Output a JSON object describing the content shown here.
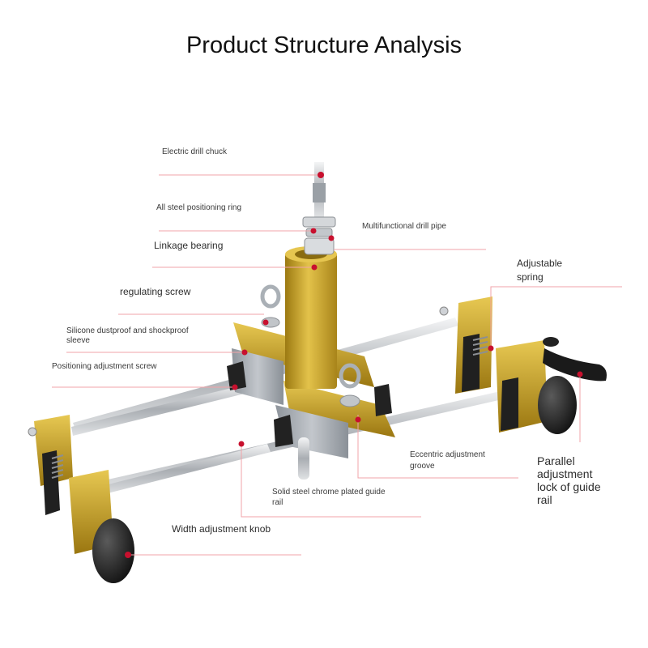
{
  "title": "Product Structure Analysis",
  "labels": {
    "electric_drill_chuck": "Electric drill chuck",
    "all_steel_positioning_ring": "All steel positioning ring",
    "multifunctional_drill_pipe": "Multifunctional drill pipe",
    "linkage_bearing": "Linkage bearing",
    "adjustable_spring_1": "Adjustable",
    "adjustable_spring_2": "spring",
    "regulating_screw": "regulating screw",
    "silicone_sleeve_1": "Silicone dustproof and shockproof",
    "silicone_sleeve_2": "sleeve",
    "positioning_adjustment_screw": "Positioning adjustment screw",
    "eccentric_groove_1": "Eccentric adjustment",
    "eccentric_groove_2": "groove",
    "parallel_lock_1": "Parallel",
    "parallel_lock_2": "adjustment",
    "parallel_lock_3": "lock of guide",
    "parallel_lock_4": "rail",
    "guide_rail_1": "Solid steel chrome plated guide",
    "guide_rail_2": "rail",
    "width_knob": "Width adjustment knob"
  },
  "colors": {
    "leader_line": "#f2a3a8",
    "pointer_dot": "#c8102e",
    "gold": "#c9a227",
    "steel": "#c9ccd0",
    "knob": "#2a2a2a"
  }
}
